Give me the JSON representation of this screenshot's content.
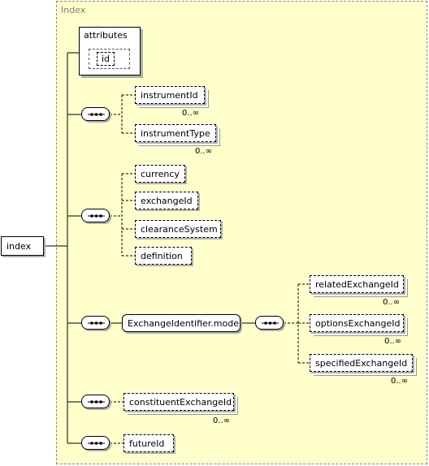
{
  "diagram": {
    "group_title": "Index",
    "root": {
      "label": "index"
    },
    "attributes": {
      "title": "attributes",
      "items": [
        "id"
      ]
    },
    "sequences": [
      {
        "children": [
          {
            "label": "instrumentId",
            "cardinality": "0..∞"
          },
          {
            "label": "instrumentType",
            "cardinality": "0..∞"
          }
        ]
      },
      {
        "children": [
          {
            "label": "currency"
          },
          {
            "label": "exchangeId"
          },
          {
            "label": "clearanceSystem"
          },
          {
            "label": "definition"
          }
        ]
      },
      {
        "group_ref": "ExchangeIdentifier.model",
        "children": [
          {
            "label": "relatedExchangeId",
            "cardinality": "0..∞"
          },
          {
            "label": "optionsExchangeId",
            "cardinality": "0..∞"
          },
          {
            "label": "specifiedExchangeId",
            "cardinality": "0..∞"
          }
        ]
      },
      {
        "children": [
          {
            "label": "constituentExchangeId",
            "cardinality": "0..∞"
          }
        ]
      },
      {
        "children": [
          {
            "label": "futureId"
          }
        ]
      }
    ]
  },
  "colors": {
    "group_fill": "#ffffcc",
    "shadow": "#b0b0b0",
    "title": "#7f7f7f"
  }
}
